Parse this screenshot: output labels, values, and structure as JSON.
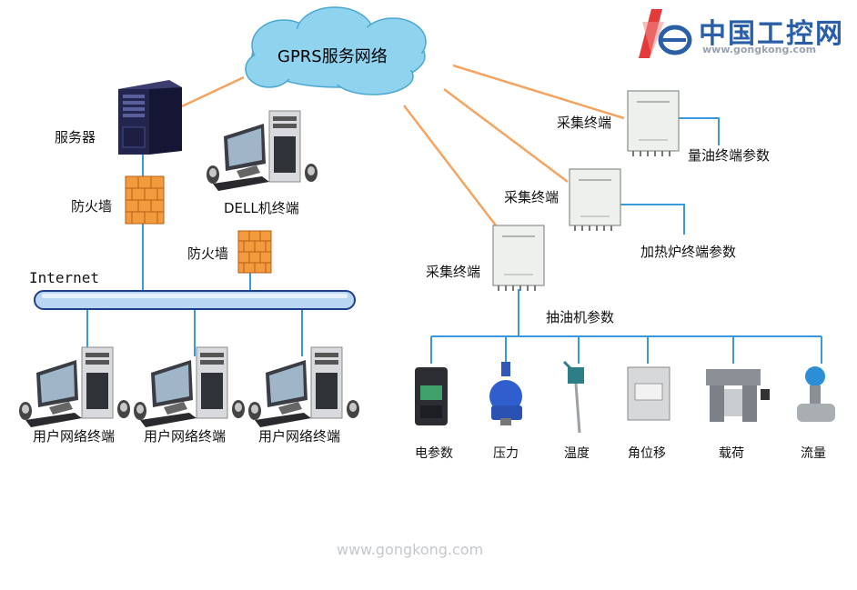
{
  "logo": {
    "cn_text": "中国工控网",
    "url_text": "www.gongkong.com"
  },
  "watermark": "www.gongkong.com",
  "cloud": {
    "label": "GPRS服务网络"
  },
  "left": {
    "server_label": "服务器",
    "firewall1_label": "防火墙",
    "dell_label": "DELL机终端",
    "firewall2_label": "防火墙",
    "internet_label": "Internet",
    "user_terminals": [
      "用户网络终端",
      "用户网络终端",
      "用户网络终端"
    ]
  },
  "right": {
    "collectors": [
      {
        "label": "采集终端",
        "param_label": "量油终端参数"
      },
      {
        "label": "采集终端",
        "param_label": "加热炉终端参数"
      },
      {
        "label": "采集终端",
        "param_label": "抽油机参数"
      }
    ],
    "sensors": [
      "电参数",
      "压力",
      "温度",
      "角位移",
      "载荷",
      "流量"
    ]
  },
  "colors": {
    "orange_link": "#f4a460",
    "blue_link": "#3a9ad9",
    "cloud_fill": "#8fd3ef"
  }
}
